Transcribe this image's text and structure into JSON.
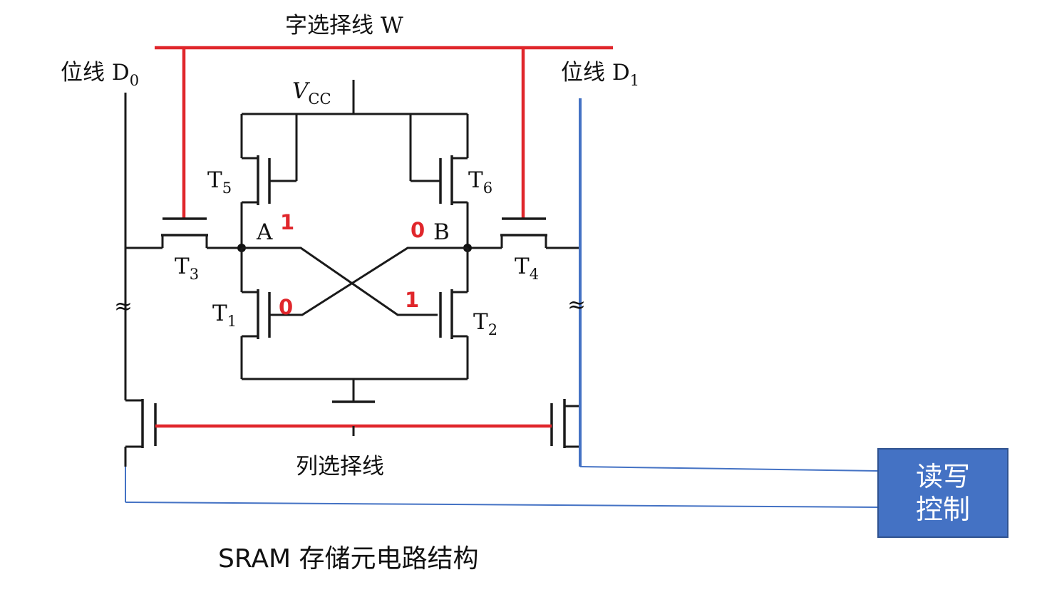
{
  "word_line": {
    "label": "字选择线 W"
  },
  "bit_line_0": {
    "label": "位线 D",
    "sub": "0"
  },
  "bit_line_1": {
    "label": "位线 D",
    "sub": "1"
  },
  "vcc": {
    "label": "V",
    "sub": "CC"
  },
  "transistors": {
    "t1": {
      "label": "T",
      "sub": "1"
    },
    "t2": {
      "label": "T",
      "sub": "2"
    },
    "t3": {
      "label": "T",
      "sub": "3"
    },
    "t4": {
      "label": "T",
      "sub": "4"
    },
    "t5": {
      "label": "T",
      "sub": "5"
    },
    "t6": {
      "label": "T",
      "sub": "6"
    }
  },
  "nodes": {
    "a": "A",
    "b": "B"
  },
  "states": {
    "a": "1",
    "b": "0",
    "t1_gate": "0",
    "t2_gate": "1"
  },
  "break_symbol": "≈",
  "column_line": {
    "label": "列选择线"
  },
  "read_write": {
    "label": "读写\n控制"
  },
  "caption": "SRAM 存储元电路结构",
  "colors": {
    "select_lines": "#e0262b",
    "control_lines": "#4472c4",
    "box_fill": "#4472c4"
  }
}
